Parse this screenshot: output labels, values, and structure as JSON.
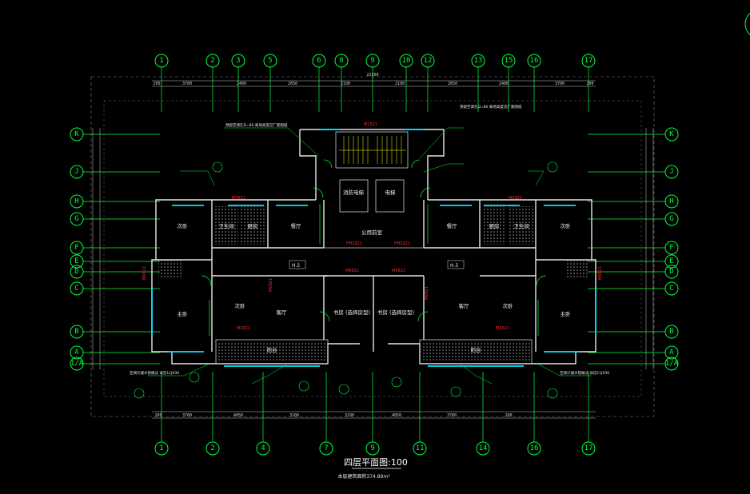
{
  "drawing": {
    "title": "四层平面图:100",
    "subtitle": "本层建筑面积374.89m²",
    "top_axis_labels": [
      "1",
      "2",
      "3",
      "5",
      "6",
      "8",
      "9",
      "10",
      "12",
      "13",
      "15",
      "16",
      "17"
    ],
    "bottom_axis_labels": [
      "1",
      "2",
      "4",
      "7",
      "9",
      "11",
      "14",
      "16",
      "17"
    ],
    "left_axis_labels": [
      "K",
      "J",
      "H",
      "G",
      "F",
      "E",
      "D",
      "C",
      "B",
      "A",
      "1/A"
    ],
    "right_axis_labels": [
      "K",
      "J",
      "H",
      "G",
      "F",
      "E",
      "D",
      "C",
      "B",
      "A",
      "1/A"
    ],
    "top_dimensions": [
      "200",
      "3700",
      "2400",
      "2650",
      "2100",
      "2100",
      "2650",
      "2400",
      "3700",
      "200"
    ],
    "top_total": "22300",
    "bottom_dimensions": [
      "200",
      "3700",
      "4050",
      "3100",
      "3100",
      "4050",
      "3700",
      "200"
    ],
    "rooms": {
      "left_bedroom_n": "次卧",
      "left_bath1": "卫生间",
      "left_bath2": "厨房",
      "left_dining": "餐厅",
      "left_master": "主卧",
      "left_second": "次卧",
      "left_living": "客厅",
      "left_balcony": "阳台",
      "stair_hall": "公用前室",
      "study_left": "书房\n(选择房型)",
      "study_right": "书房\n(选择房型)",
      "right_dining": "餐厅",
      "right_bath1": "厨房",
      "right_bath2": "卫生间",
      "right_bedroom_n": "次卧",
      "right_master": "主卧",
      "right_second": "次卧",
      "right_living": "客厅",
      "right_balcony": "阳台",
      "elevator1": "消防电梯",
      "elevator2": "电梯"
    },
    "level_tags": [
      "H.5",
      "H.5"
    ],
    "notes": {
      "top_left": "预留空调孔D=80\n离地高度见厂家图纸",
      "top_right": "预留空调孔D=80\n离地高度见厂家图纸",
      "bottom_left": "空调冷凝水管做法\n详见11J930",
      "bottom_right": "空调冷凝水管做法\n详见11J930"
    }
  }
}
